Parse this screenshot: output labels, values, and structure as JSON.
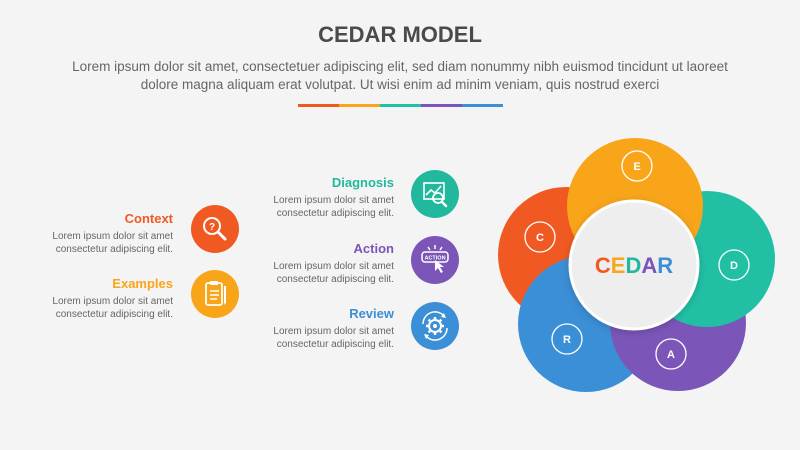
{
  "title": "CEDAR MODEL",
  "subtitle": "Lorem ipsum dolor sit amet, consectetuer adipiscing elit, sed diam nonummy nibh euismod tincidunt ut laoreet dolore magna aliquam erat volutpat. Ut wisi enim ad minim veniam, quis nostrud exerci",
  "color_bar": [
    "#f05a22",
    "#f9a51a",
    "#21c0a5",
    "#7b56b8",
    "#3b8fd6"
  ],
  "items": {
    "context": {
      "heading": "Context",
      "line1": "Lorem ipsum dolor sit amet",
      "line2": "consectetur adipiscing elit.",
      "color": "#f05a22",
      "icon": "magnifier-question-icon"
    },
    "examples": {
      "heading": "Examples",
      "line1": "Lorem ipsum dolor sit amet",
      "line2": "consectetur adipiscing elit.",
      "color": "#f9a51a",
      "icon": "clipboard-checklist-icon"
    },
    "diagnosis": {
      "heading": "Diagnosis",
      "line1": "Lorem ipsum dolor sit amet",
      "line2": "consectetur adipiscing elit.",
      "color": "#21b89e",
      "icon": "chart-magnifier-icon"
    },
    "action": {
      "heading": "Action",
      "line1": "Lorem ipsum dolor sit amet",
      "line2": "consectetur adipiscing elit.",
      "color": "#7b56b8",
      "icon": "action-button-click-icon",
      "icon_text": "ACTION"
    },
    "review": {
      "heading": "Review",
      "line1": "Lorem ipsum dolor sit amet",
      "line2": "consectetur adipiscing elit.",
      "color": "#3b8fd6",
      "icon": "gear-cycle-icon"
    }
  },
  "flower": {
    "petals": [
      {
        "letter": "E",
        "color": "#f9a51a"
      },
      {
        "letter": "D",
        "color": "#21c0a5"
      },
      {
        "letter": "A",
        "color": "#7b56b8"
      },
      {
        "letter": "R",
        "color": "#3b8fd6"
      },
      {
        "letter": "C",
        "color": "#f05a22"
      }
    ],
    "center_letters": [
      {
        "ch": "C",
        "color": "#f05a22"
      },
      {
        "ch": "E",
        "color": "#f9a51a"
      },
      {
        "ch": "D",
        "color": "#21b89e"
      },
      {
        "ch": "A",
        "color": "#7b56b8"
      },
      {
        "ch": "R",
        "color": "#3b8fd6"
      }
    ]
  }
}
